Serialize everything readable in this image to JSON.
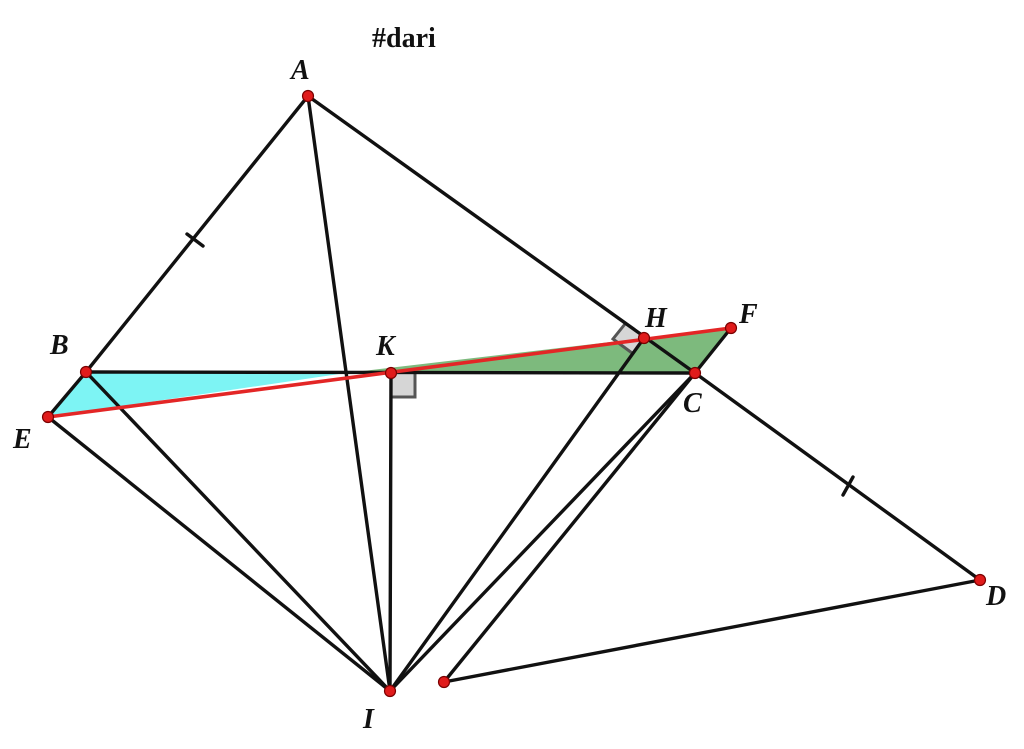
{
  "title": "#dari",
  "points": {
    "A": {
      "label": "A"
    },
    "B": {
      "label": "B"
    },
    "C": {
      "label": "C"
    },
    "D": {
      "label": "D"
    },
    "E": {
      "label": "E"
    },
    "F": {
      "label": "F"
    },
    "H": {
      "label": "H"
    },
    "I": {
      "label": "I"
    },
    "K": {
      "label": "K"
    },
    "P": {
      "label": ""
    }
  },
  "colors": {
    "stroke": "#111111",
    "red_line": "#e32626",
    "point_fill": "#e01b1b",
    "cyan_fill": "#7df4f4",
    "green_fill": "#7dba7d",
    "right_angle_fill": "#d6d6d6"
  }
}
